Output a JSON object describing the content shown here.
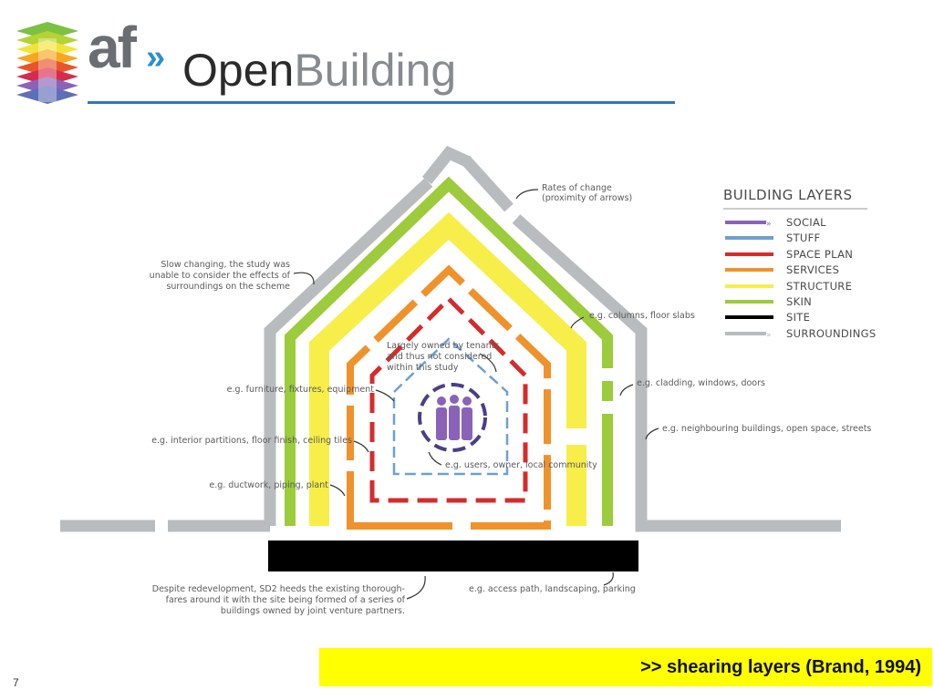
{
  "header": {
    "logo_mark": "af",
    "logo_chevron": "»",
    "title_part1": "Open",
    "title_part2": "Building"
  },
  "slide_number": "7",
  "caption": ">> shearing layers (Brand, 1994)",
  "legend": {
    "title": "BUILDING LAYERS",
    "items": [
      {
        "label": "SOCIAL",
        "color": "#8a63b8"
      },
      {
        "label": "STUFF",
        "color": "#6f9fd0"
      },
      {
        "label": "SPACE PLAN",
        "color": "#d62b2b"
      },
      {
        "label": "SERVICES",
        "color": "#f0922b"
      },
      {
        "label": "STRUCTURE",
        "color": "#f7ee4a"
      },
      {
        "label": "SKIN",
        "color": "#9ccb3c"
      },
      {
        "label": "SITE",
        "color": "#000000"
      },
      {
        "label": "SURROUNDINGS",
        "color": "#b9bcbf"
      }
    ]
  },
  "annotations": {
    "rates_of_change_1": "Rates of change",
    "rates_of_change_2": "(proximity of arrows)",
    "slow_1": "Slow changing, the study was",
    "slow_2": "unable to consider the effects of",
    "slow_3": "surroundings on the scheme",
    "tenants_1": "Largely owned by tenants",
    "tenants_2": "and thus not considered",
    "tenants_3": "within this study",
    "columns": "e.g. columns, floor slabs",
    "furniture": "e.g. furniture, fixtures, equipment",
    "cladding": "e.g. cladding, windows, doors",
    "neighbouring": "e.g. neighbouring buildings, open space, streets",
    "partitions": "e.g. interior partitions, floor finish, ceiling tiles",
    "users": "e.g. users, owner, local community",
    "ductwork": "e.g. ductwork, piping, plant",
    "despite_1": "Despite redevelopment, SD2 heeds the existing thorough-",
    "despite_2": "fares around it with the site being formed of a series of",
    "despite_3": "buildings owned by joint venture partners.",
    "access": "e.g. access path, landscaping, parking"
  }
}
